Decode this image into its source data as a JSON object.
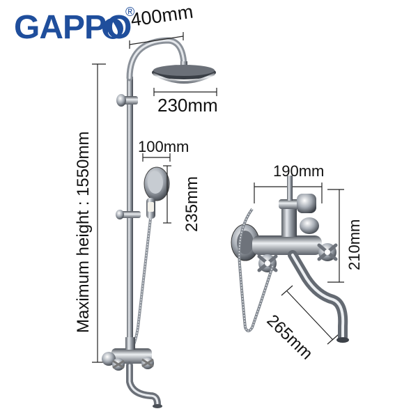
{
  "brand": {
    "name": "GAPPO",
    "trademark": "®",
    "color": "#1f4e9c"
  },
  "dimensions": {
    "head_diameter_outer": "400mm",
    "head_diameter": "230mm",
    "hand_shower_width": "100mm",
    "hand_shower_length": "235mm",
    "mixer_width": "190mm",
    "mixer_height": "210mm",
    "spout_length": "265mm",
    "max_height": "Maximum height : 1550mm"
  }
}
